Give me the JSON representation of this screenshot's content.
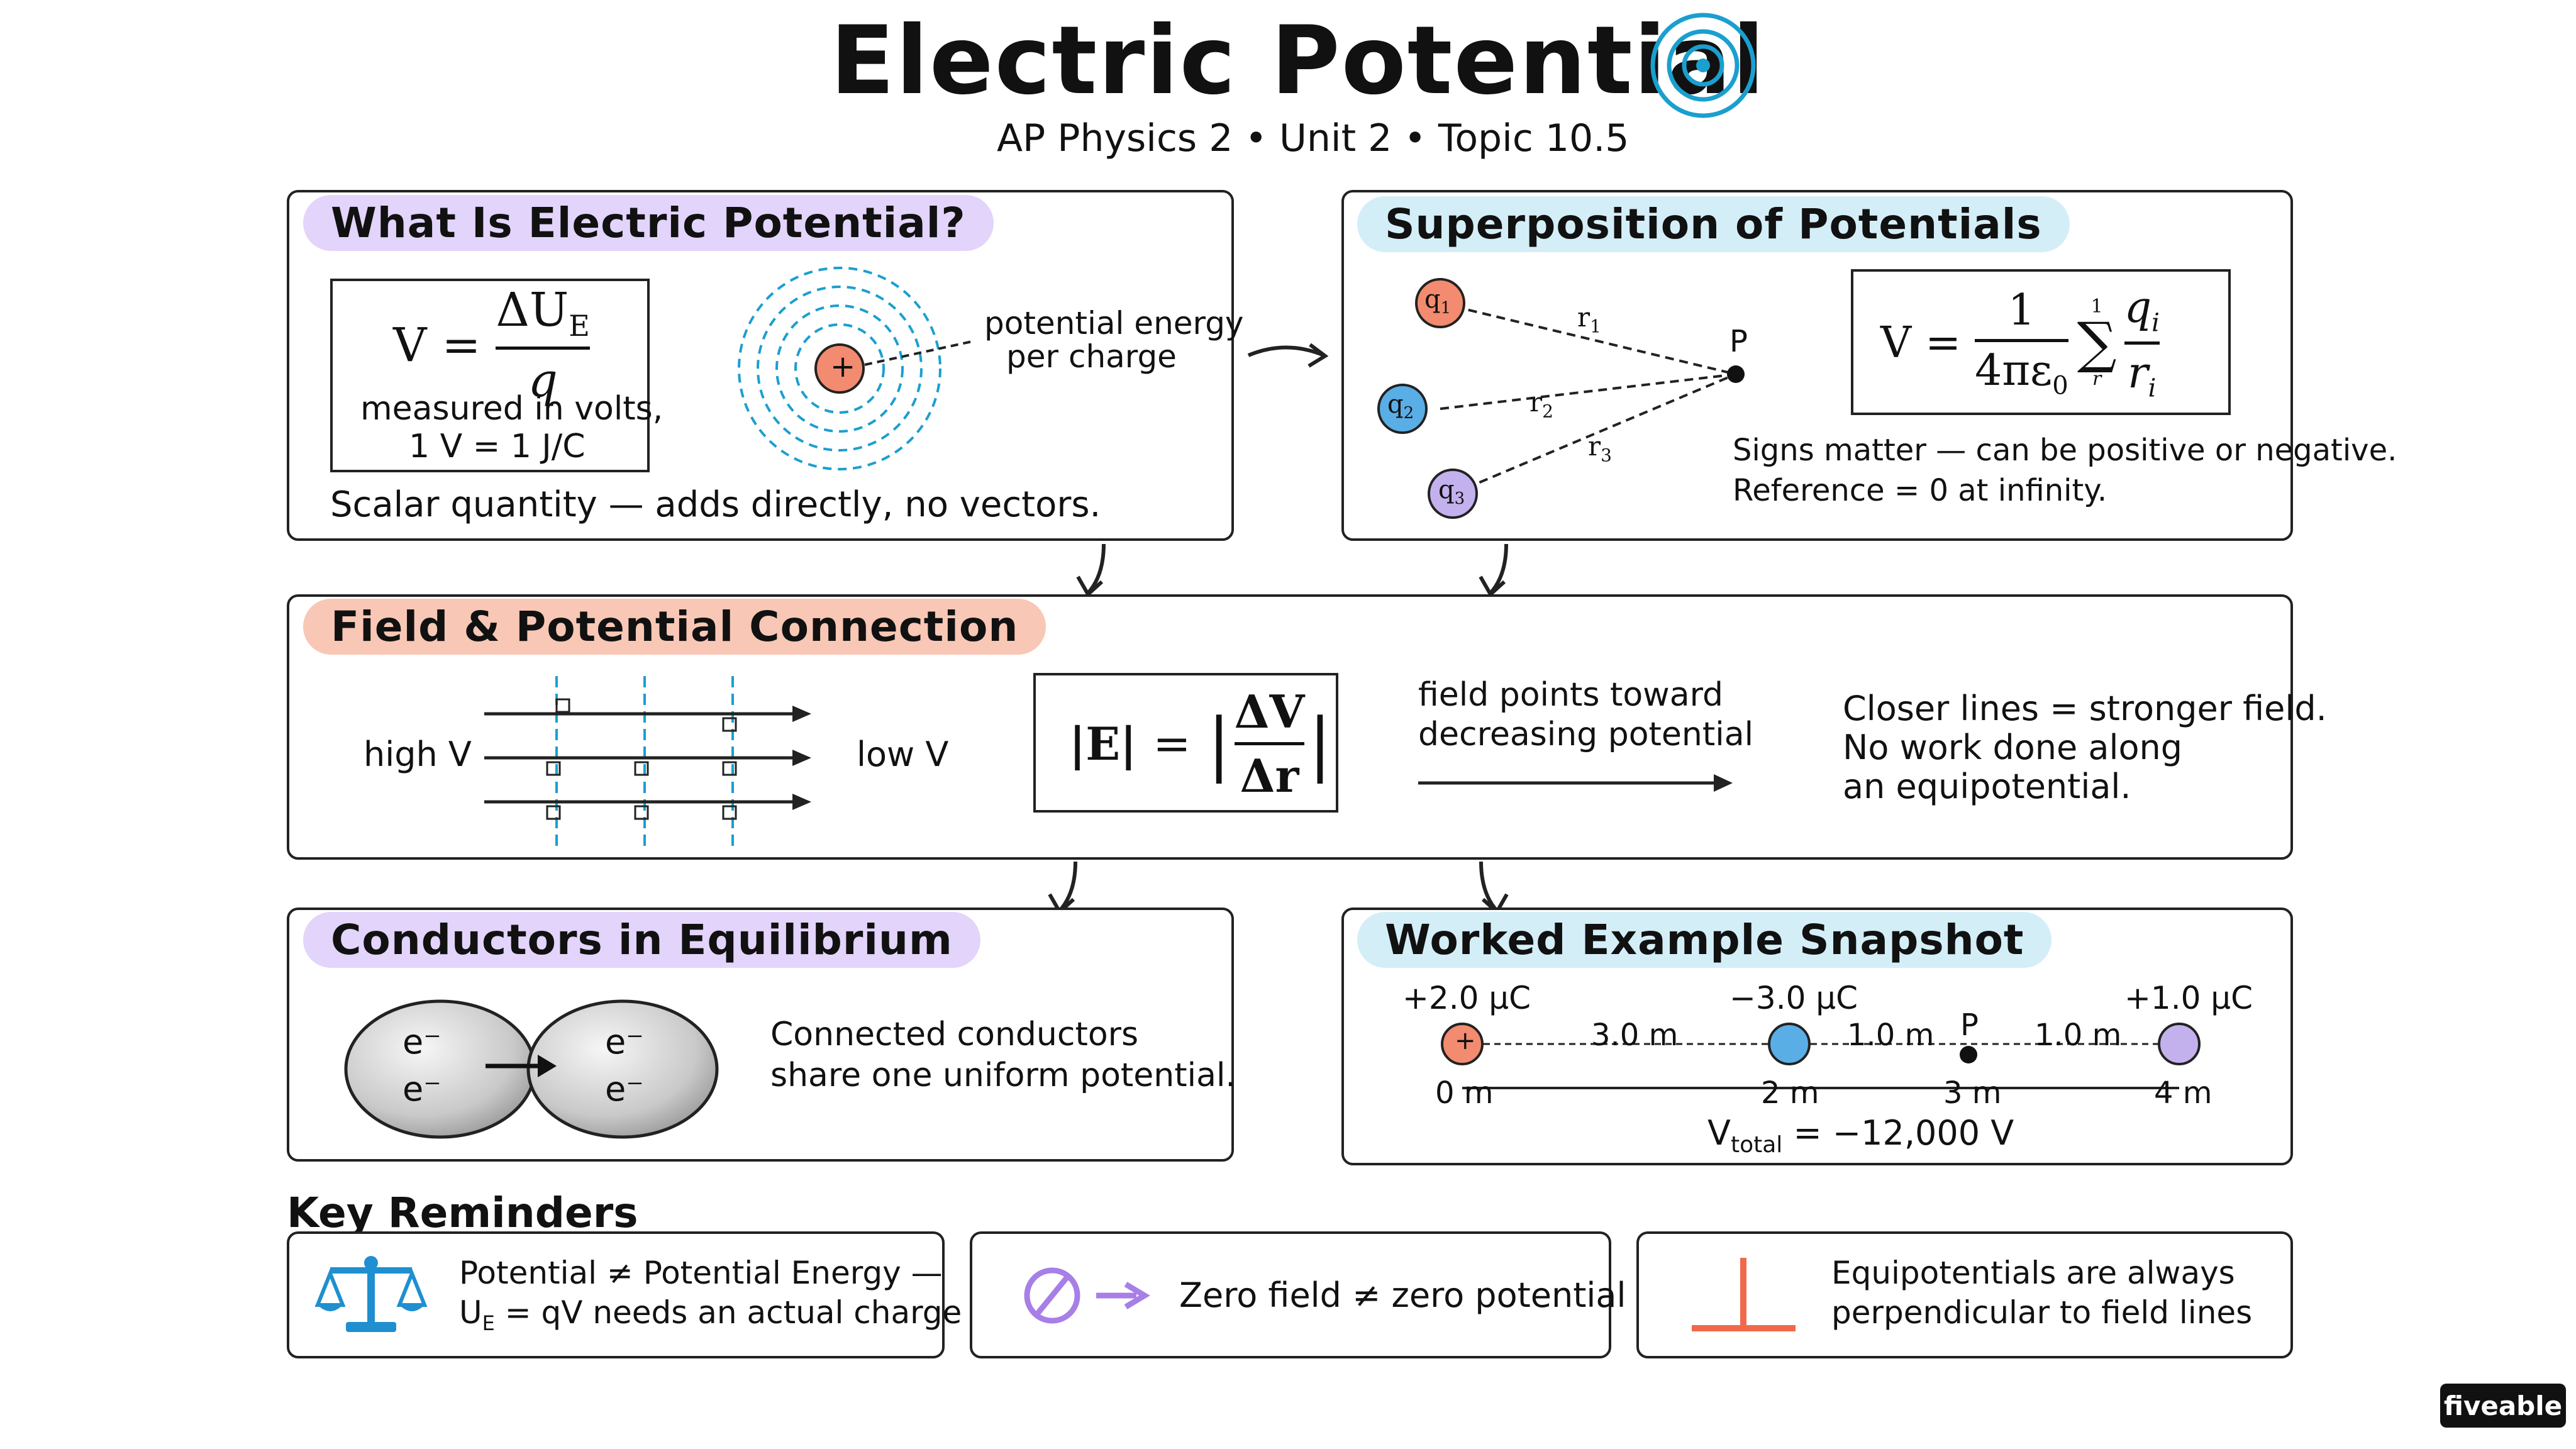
{
  "title": "Electric Potential",
  "subtitle": "AP Physics 2 • Unit 2 • Topic 10.5",
  "what_is": {
    "header": "What Is Electric Potential?",
    "formula_lhs": "V",
    "formula_eq": "=",
    "formula_num": "ΔU",
    "formula_num_sub": "E",
    "formula_den": "q",
    "units_line1": "measured in volts,",
    "units_line2": "1 V = 1 J/C",
    "charge_symbol": "+",
    "diagram_label_line1": "potential energy",
    "diagram_label_line2": "per charge",
    "scalar_note": "Scalar quantity — adds directly, no vectors."
  },
  "superposition": {
    "header": "Superposition of Potentials",
    "charges": [
      {
        "label": "q",
        "sub": "1",
        "color": "#f28b6f"
      },
      {
        "label": "q",
        "sub": "2",
        "color": "#5aaee6"
      },
      {
        "label": "q",
        "sub": "3",
        "color": "#c3b1ee"
      }
    ],
    "distances": [
      {
        "label": "r",
        "sub": "1"
      },
      {
        "label": "r",
        "sub": "2"
      },
      {
        "label": "r",
        "sub": "3"
      }
    ],
    "point_label": "P",
    "formula_lhs": "V",
    "formula_eq": "=",
    "formula_num": "1",
    "formula_den": "4πε",
    "formula_den_sub": "0",
    "sigma": "∑",
    "sigma_top": "1",
    "sigma_bottom": "r",
    "term_num": "q",
    "term_num_sub": "i",
    "term_den": "r",
    "term_den_sub": "i",
    "note_line1": "Signs matter — can be positive or negative.",
    "note_line2": "Reference = 0 at infinity."
  },
  "field_connection": {
    "header": "Field & Potential Connection",
    "high_label": "high V",
    "low_label": "low V",
    "formula_lhs": "|E|",
    "formula_eq": "=",
    "formula_num": "ΔV",
    "formula_den": "Δr",
    "direction_line1": "field points toward",
    "direction_line2": "decreasing potential",
    "note_line1": "Closer lines = stronger field.",
    "note_line2": "No work done along",
    "note_line3": "an equipotential."
  },
  "conductors": {
    "header": "Conductors in Equilibrium",
    "electron": "e⁻",
    "note_line1": "Connected conductors",
    "note_line2": "share one uniform potential."
  },
  "worked_example": {
    "header": "Worked Example Snapshot",
    "charges": [
      {
        "value": "+2.0 μC",
        "position": "0 m",
        "color": "#f28b6f",
        "symbol": "+"
      },
      {
        "value": "−3.0 μC",
        "position": "2 m",
        "color": "#5aaee6",
        "symbol": ""
      },
      {
        "value": "+1.0 μC",
        "position": "4 m",
        "color": "#c3b1ee",
        "symbol": ""
      }
    ],
    "point_label": "P",
    "point_position": "3 m",
    "gap_labels": [
      "3.0 m",
      "1.0 m",
      "1.0 m"
    ],
    "result_label": "V",
    "result_sub": "total",
    "result_value": "= −12,000 V"
  },
  "reminders": {
    "header": "Key Reminders",
    "items": [
      {
        "icon": "balance-scale-icon",
        "line1": "Potential ≠ Potential Energy —",
        "line2_pre": "U",
        "line2_sub": "E",
        "line2_post": " = qV needs an actual charge",
        "color": "#1f8fd0"
      },
      {
        "icon": "null-arrow-icon",
        "line1": "Zero field ≠ zero potential",
        "color": "#a77fe6"
      },
      {
        "icon": "perpendicular-icon",
        "line1": "Equipotentials are always",
        "line2": "perpendicular to field lines",
        "color": "#ef6a4a"
      }
    ]
  },
  "brand": "fiveable",
  "colors": {
    "purple_highlight": "#e3d4fb",
    "blue_highlight": "#d4eef8",
    "salmon_highlight": "#f9c7b5",
    "accent_blue": "#1a9fcf"
  }
}
